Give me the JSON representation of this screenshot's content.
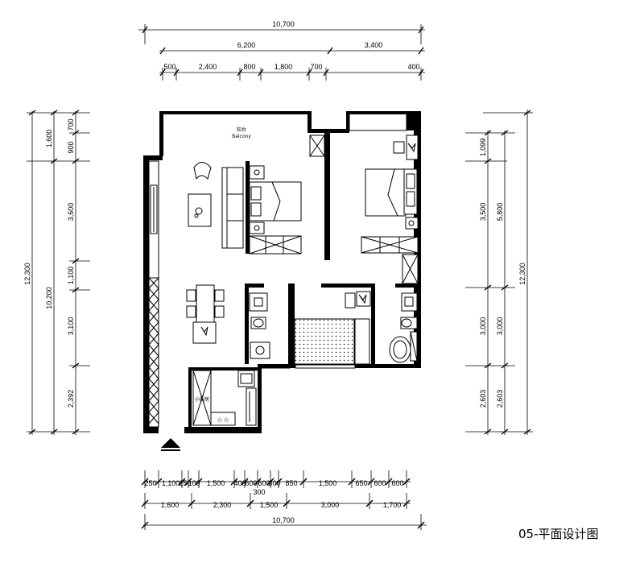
{
  "title": "05-平面设计图",
  "balcony": {
    "cn": "阳台",
    "en": "Balcony"
  },
  "top_dims": {
    "overall": "10,700",
    "row2": [
      "6,200",
      "3,400"
    ],
    "row3": [
      "500",
      "2,400",
      "800",
      "1,800",
      "700",
      "400"
    ]
  },
  "left_dims": {
    "overall": "12,300",
    "mid": "10,200",
    "inner": [
      "700",
      "1,600",
      "900",
      "3,600",
      "1,100",
      "3,100",
      "2,392"
    ]
  },
  "right_dims": {
    "overall": "12,300",
    "col2": [
      "1,099",
      "5,800",
      "3,000",
      "2,603"
    ],
    "col1": [
      "3,500",
      "3,000",
      "2,603"
    ]
  },
  "bottom_dims": {
    "row1": [
      "250",
      "1,100",
      "250",
      "100",
      "1,500",
      "400",
      "600",
      "600",
      "300",
      "850",
      "1,500",
      "650",
      "600",
      "600"
    ],
    "row1b": "300",
    "row2": [
      "1,600",
      "2,300",
      "1,500",
      "3,000",
      "1,700"
    ],
    "overall": "10,700"
  },
  "kitchen_label": "小厨房"
}
